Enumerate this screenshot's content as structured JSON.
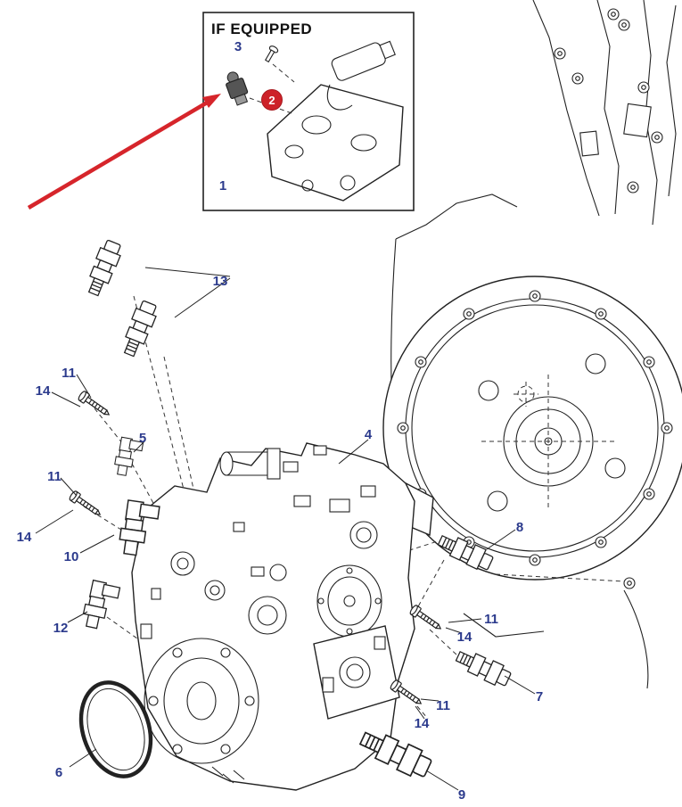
{
  "colors": {
    "callout_blue": "#2b3a8c",
    "highlight_red": "#d6252b",
    "line_black": "#222222",
    "background": "#ffffff"
  },
  "inset": {
    "title": "IF EQUIPPED"
  },
  "callouts": {
    "c1": "1",
    "c2": "2",
    "c3": "3",
    "c4": "4",
    "c5": "5",
    "c6": "6",
    "c7": "7",
    "c8": "8",
    "c9": "9",
    "c10": "10",
    "c11a": "11",
    "c11b": "11",
    "c11c": "11",
    "c11d": "11",
    "c12": "12",
    "c13": "13",
    "c14a": "14",
    "c14b": "14",
    "c14c": "14",
    "c14d": "14"
  }
}
